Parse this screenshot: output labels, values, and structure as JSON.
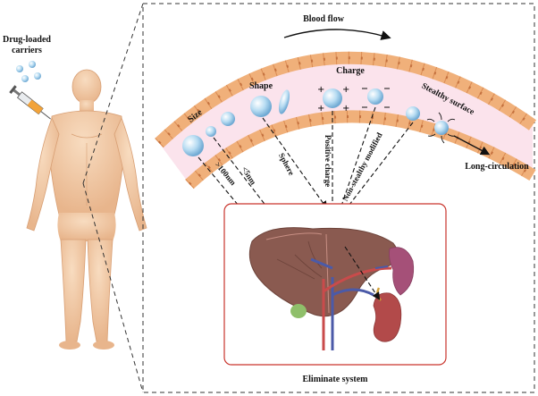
{
  "left_panel": {
    "carrier_label_line1": "Drug-loaded",
    "carrier_label_line2": "carriers"
  },
  "vessel": {
    "flow_label": "Blood flow",
    "size_label": "Size",
    "shape_label": "Shape",
    "charge_label": "Charge",
    "stealthy_label": "Stealthy surface",
    "long_circulation_label": "Long-circulation"
  },
  "routes": {
    "size_large": ">100nm",
    "size_small": "<5nm",
    "shape": "Sphere",
    "charge": "Positive charge",
    "surface": "Non-stealthy modified"
  },
  "eliminate": {
    "title": "Eliminate system"
  },
  "colors": {
    "frame_dash": "#333333",
    "vessel_wall": "#f0b07a",
    "vessel_lumen": "#fbe3ec",
    "carrier": "#a9d4ef",
    "liver": "#8a5a50",
    "box_border": "#c9342c",
    "body_skin": "#f2c9a2"
  }
}
